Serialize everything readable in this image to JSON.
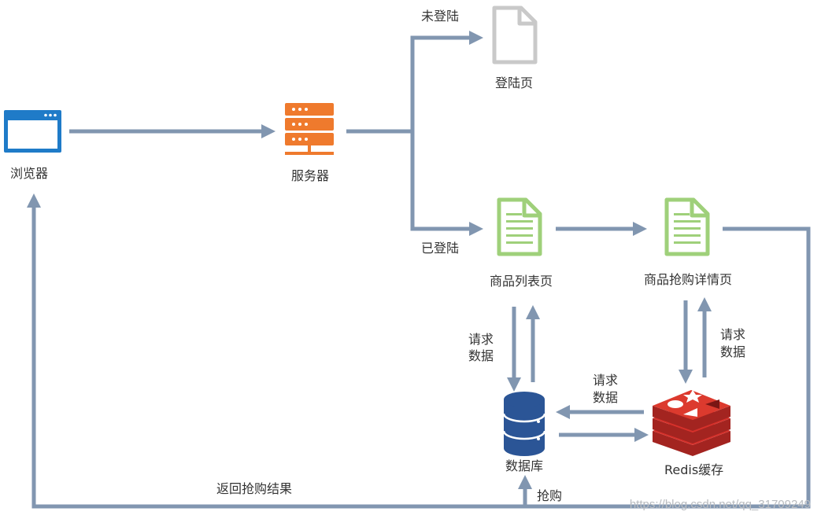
{
  "colors": {
    "connector": "#8196b0",
    "browser": "#1f7bc8",
    "server": "#ef7a2d",
    "page_gray": "#c9c9c9",
    "page_green": "#9fd07a",
    "database": "#2b5596",
    "redis": "#d6312b"
  },
  "nodes": {
    "browser": {
      "label": "浏览器",
      "icon": "browser-window-icon"
    },
    "server": {
      "label": "服务器",
      "icon": "server-rack-icon"
    },
    "login_page": {
      "label": "登陆页",
      "icon": "document-icon"
    },
    "product_list": {
      "label": "商品列表页",
      "icon": "document-icon"
    },
    "product_detail": {
      "label": "商品抢购详情页",
      "icon": "document-icon"
    },
    "database": {
      "label": "数据库",
      "icon": "database-icon"
    },
    "redis": {
      "label": "Redis缓存",
      "icon": "redis-icon"
    }
  },
  "edges": {
    "not_logged_in": "未登陆",
    "logged_in": "已登陆",
    "list_request_1": "请求",
    "list_request_2": "数据",
    "detail_request_1": "请求",
    "detail_request_2": "数据",
    "redis_request_1": "请求",
    "redis_request_2": "数据",
    "return_result": "返回抢购结果",
    "purchase": "抢购"
  },
  "watermark": "https://blog.csdn.net/qq_31709249"
}
